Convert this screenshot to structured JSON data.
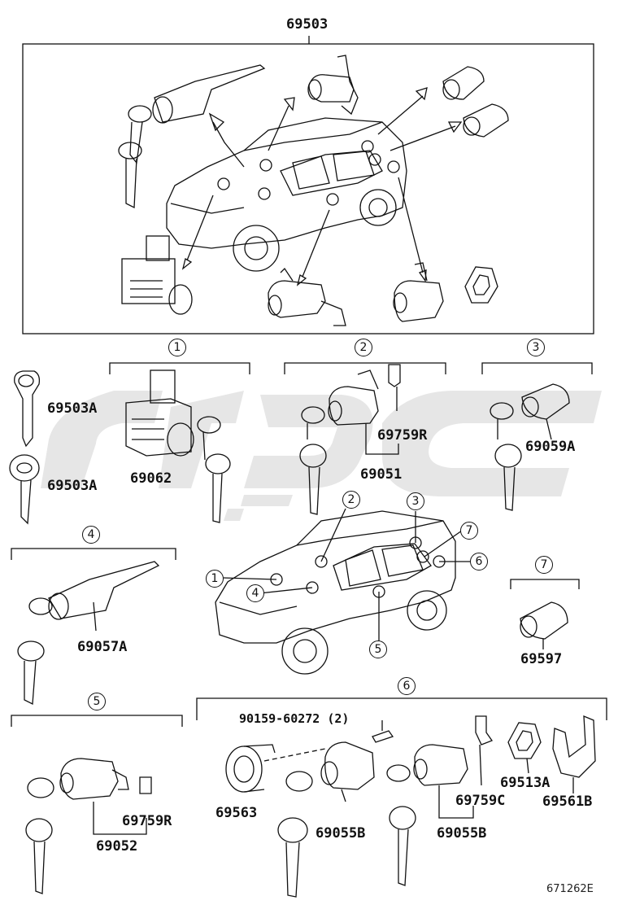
{
  "header_part": "69503",
  "diagram_code": "671262E",
  "groups": {
    "g1": {
      "num": "1"
    },
    "g2": {
      "num": "2"
    },
    "g3": {
      "num": "3"
    },
    "g4": {
      "num": "4"
    },
    "g5": {
      "num": "5"
    },
    "g6": {
      "num": "6"
    },
    "g7": {
      "num": "7"
    }
  },
  "parts": {
    "p69503A_1": "69503A",
    "p69503A_2": "69503A",
    "p69062": "69062",
    "p69759R_2": "69759R",
    "p69051": "69051",
    "p69059A": "69059A",
    "p69057A": "69057A",
    "p69597": "69597",
    "p69759R_5": "69759R",
    "p69052": "69052",
    "p90159": "90159-60272 (2)",
    "p69563": "69563",
    "p69055B_1": "69055B",
    "p69055B_2": "69055B",
    "p69759C": "69759C",
    "p69513A": "69513A",
    "p69561B": "69561B"
  },
  "car_markers": {
    "m1": "1",
    "m2": "2",
    "m3": "3",
    "m4": "4",
    "m5": "5",
    "m6": "6",
    "m7": "7"
  },
  "colors": {
    "ink": "#111111",
    "watermark": "#e4e4e4"
  }
}
